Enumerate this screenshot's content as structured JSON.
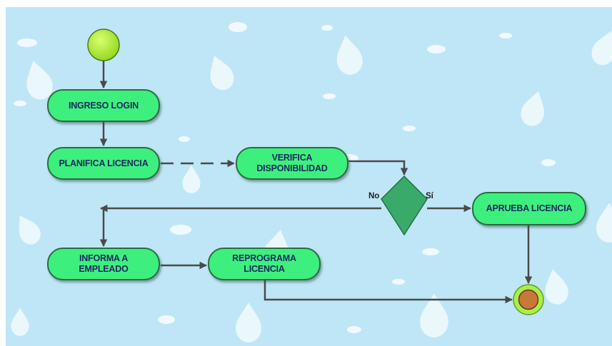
{
  "diagram": {
    "type": "activity-diagram",
    "nodes": {
      "n1": {
        "label": "INGRESO LOGIN"
      },
      "n2": {
        "label": "PLANIFICA LICENCIA"
      },
      "n3": {
        "label": "VERIFICA\nDISPONIBILIDAD"
      },
      "n4": {
        "label": "APRUEBA LICENCIA"
      },
      "n5": {
        "label": "INFORMA A\nEMPLEADO"
      },
      "n6": {
        "label": "REPROGRAMA\nLICENCIA"
      }
    },
    "decision": {
      "no_label": "No",
      "yes_label": "Sí"
    },
    "edges": [
      {
        "from": "start",
        "to": "n1"
      },
      {
        "from": "n1",
        "to": "n2"
      },
      {
        "from": "n2",
        "to": "n3",
        "style": "dashed"
      },
      {
        "from": "n3",
        "to": "decision"
      },
      {
        "from": "decision",
        "to": "n4",
        "label": "Sí"
      },
      {
        "from": "decision",
        "to": "n5",
        "label": "No"
      },
      {
        "from": "n5",
        "to": "n6"
      },
      {
        "from": "n6",
        "to": "end"
      },
      {
        "from": "n4",
        "to": "end"
      }
    ],
    "colors": {
      "background": "#bfe6f6",
      "activity_fill": "#3df07e",
      "start_fill": "#b5f040",
      "decision_fill": "#3aaa6a",
      "end_inner": "#c87838",
      "end_ring": "#a8f048",
      "arrow": "#4a4a4a"
    }
  }
}
